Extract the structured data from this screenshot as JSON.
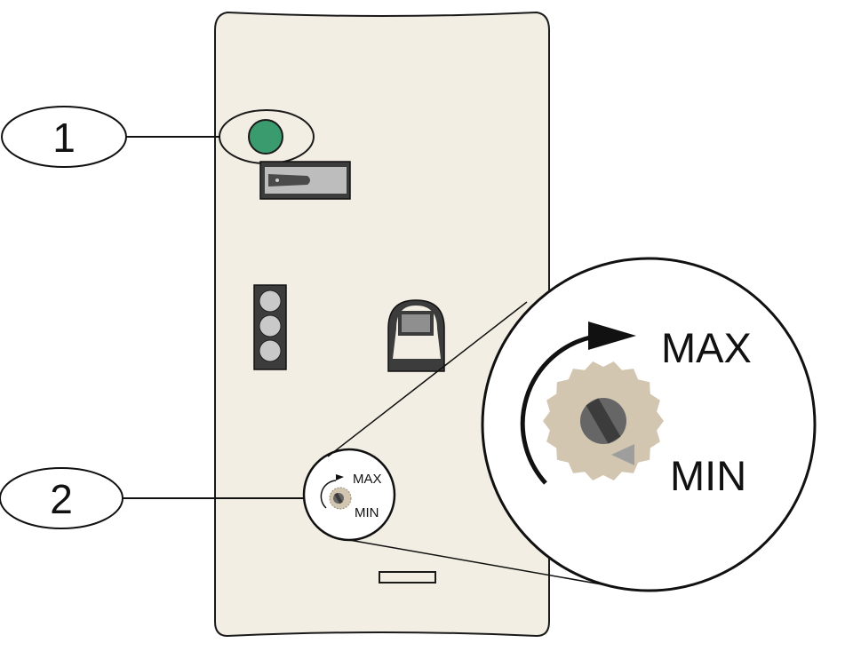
{
  "callouts": [
    {
      "number": "1"
    },
    {
      "number": "2"
    }
  ],
  "dial": {
    "max_label": "MAX",
    "min_label": "MIN"
  },
  "colors": {
    "housing": "#f2eee3",
    "led": "#3a9b6f",
    "knob": "#d2c6b1",
    "outline": "#000000"
  }
}
